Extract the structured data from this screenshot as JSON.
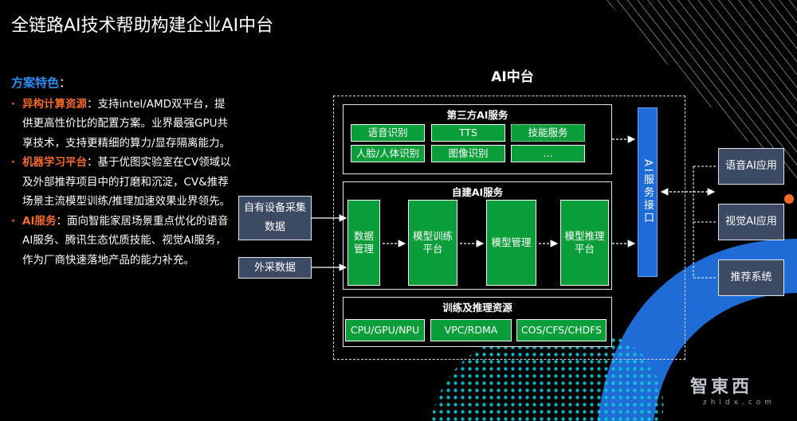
{
  "page_title": "全链路AI技术帮助构建企业AI中台",
  "features": {
    "heading": "方案特色",
    "heading_colon": "：",
    "bullet": "·",
    "items": [
      {
        "label": "异构计算资源",
        "text": "：支持intel/AMD双平台，提供更高性价比的配置方案。业界最强GPU共享技术，支持更精细的算力/显存隔离能力。"
      },
      {
        "label": "机器学习平台",
        "text": "：基于优图实验室在CV领域以及外部推荐项目中的打磨和沉淀，CV&推荐场景主流模型训练/推理加速效果业界领先。"
      },
      {
        "label": "AI服务",
        "text": "：面向智能家居场景重点优化的语音AI服务、腾讯生态优质技能、视觉AI服务，作为厂商快速落地产品的能力补充。"
      }
    ]
  },
  "diagram": {
    "title": "AI中台",
    "third_party": {
      "title": "第三方AI服务",
      "items": [
        "语音识别",
        "TTS",
        "技能服务",
        "人脸/人体识别",
        "图像识别",
        "..."
      ]
    },
    "self_built": {
      "title": "自建AI服务",
      "items": [
        "数据管理",
        "模型训练平台",
        "模型管理",
        "模型推理平台"
      ]
    },
    "resources": {
      "title": "训练及推理资源",
      "items": [
        "CPU/GPU/NPU",
        "VPC/RDMA",
        "COS/CFS/CHDFS"
      ]
    },
    "interface": "AI服务接口",
    "inputs": [
      "自有设备采集数据",
      "外采数据"
    ],
    "apps": [
      "语音AI应用",
      "视觉AI应用",
      "推荐系统"
    ]
  },
  "logo": {
    "text": "智東西",
    "sub": "zhidx.com"
  },
  "colors": {
    "accent_blue": "#2f8cf0",
    "accent_orange": "#f26a2d",
    "box_green": "#0a9e3a",
    "bar_blue": "#1f6cd6",
    "slate": "#3d4a63"
  }
}
